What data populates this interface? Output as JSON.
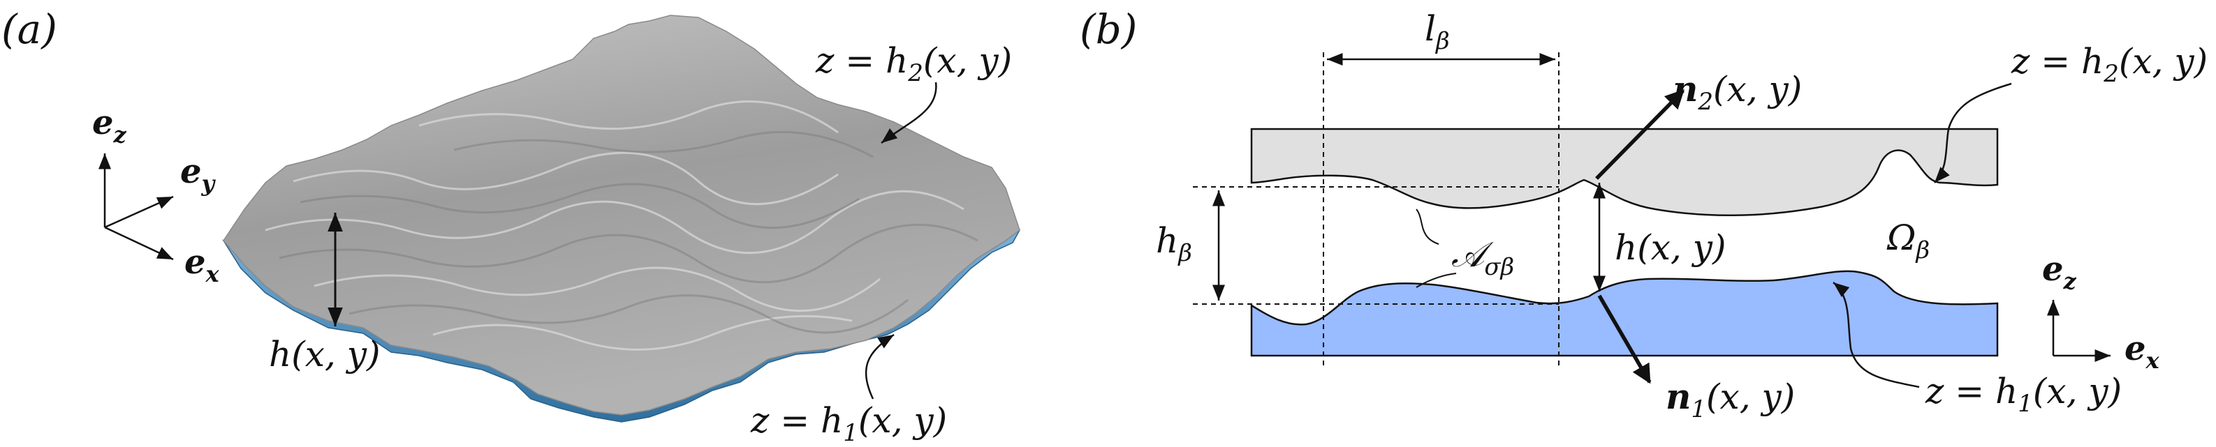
{
  "panel_a": {
    "label": "(a)",
    "axes": {
      "ez": "e",
      "ez_sub": "z",
      "ey": "e",
      "ey_sub": "y",
      "ex": "e",
      "ex_sub": "x"
    },
    "label_h2": {
      "pre": "z = h",
      "sub": "2",
      "post": "(x, y)"
    },
    "label_h1": {
      "pre": "z = h",
      "sub": "1",
      "post": "(x, y)"
    },
    "label_h": "h(x, y)",
    "colors": {
      "top_surface": "#a7a7a7",
      "bottom_surface": "#3f84b7"
    }
  },
  "panel_b": {
    "label": "(b)",
    "l_beta": {
      "main": "l",
      "sub": "β"
    },
    "h_beta": {
      "main": "h",
      "sub": "β"
    },
    "n2": {
      "main": "n",
      "sub": "2",
      "post": "(x, y)"
    },
    "n1": {
      "main": "n",
      "sub": "1",
      "post": "(x, y)"
    },
    "label_h2": {
      "pre": "z = h",
      "sub": "2",
      "post": "(x, y)"
    },
    "label_h1": {
      "pre": "z = h",
      "sub": "1",
      "post": "(x, y)"
    },
    "omega": {
      "main": "Ω",
      "sub": "β"
    },
    "area": {
      "main": "𝒜",
      "sub": "σβ"
    },
    "label_h": "h(x, y)",
    "axes": {
      "ez": "e",
      "ez_sub": "z",
      "ex": "e",
      "ex_sub": "x"
    },
    "colors": {
      "upper_fill": "#e0e0e0",
      "lower_fill": "#99bbff"
    }
  }
}
